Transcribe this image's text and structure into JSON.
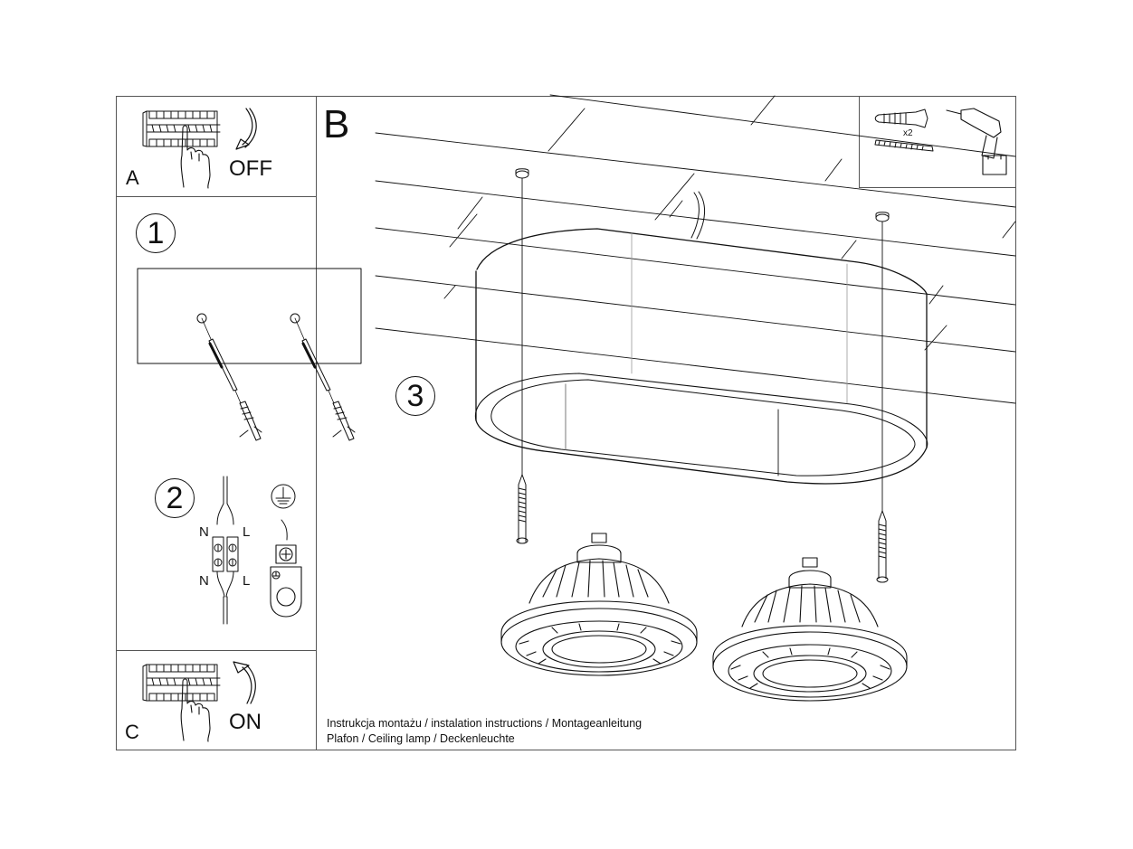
{
  "document": {
    "panels": {
      "a": {
        "letter": "A",
        "state": "OFF"
      },
      "b": {
        "letter": "B"
      },
      "c": {
        "letter": "C",
        "state": "ON"
      }
    },
    "steps": [
      {
        "number": "1"
      },
      {
        "number": "2"
      },
      {
        "number": "3"
      }
    ],
    "wiring": {
      "neutral_top": "N",
      "live_top": "L",
      "neutral_bottom": "N",
      "live_bottom": "L"
    },
    "tools": {
      "quantity": "x2",
      "icons": [
        "wall-plug-icon",
        "screw-icon",
        "drill-icon"
      ]
    },
    "footer": {
      "line1": "Instrukcja montażu / instalation instructions / Montageanleitung",
      "line2": "Plafon / Ceiling lamp / Deckenleuchte"
    },
    "colors": {
      "ink": "#111111",
      "frame": "#555555",
      "paper": "#ffffff"
    }
  }
}
